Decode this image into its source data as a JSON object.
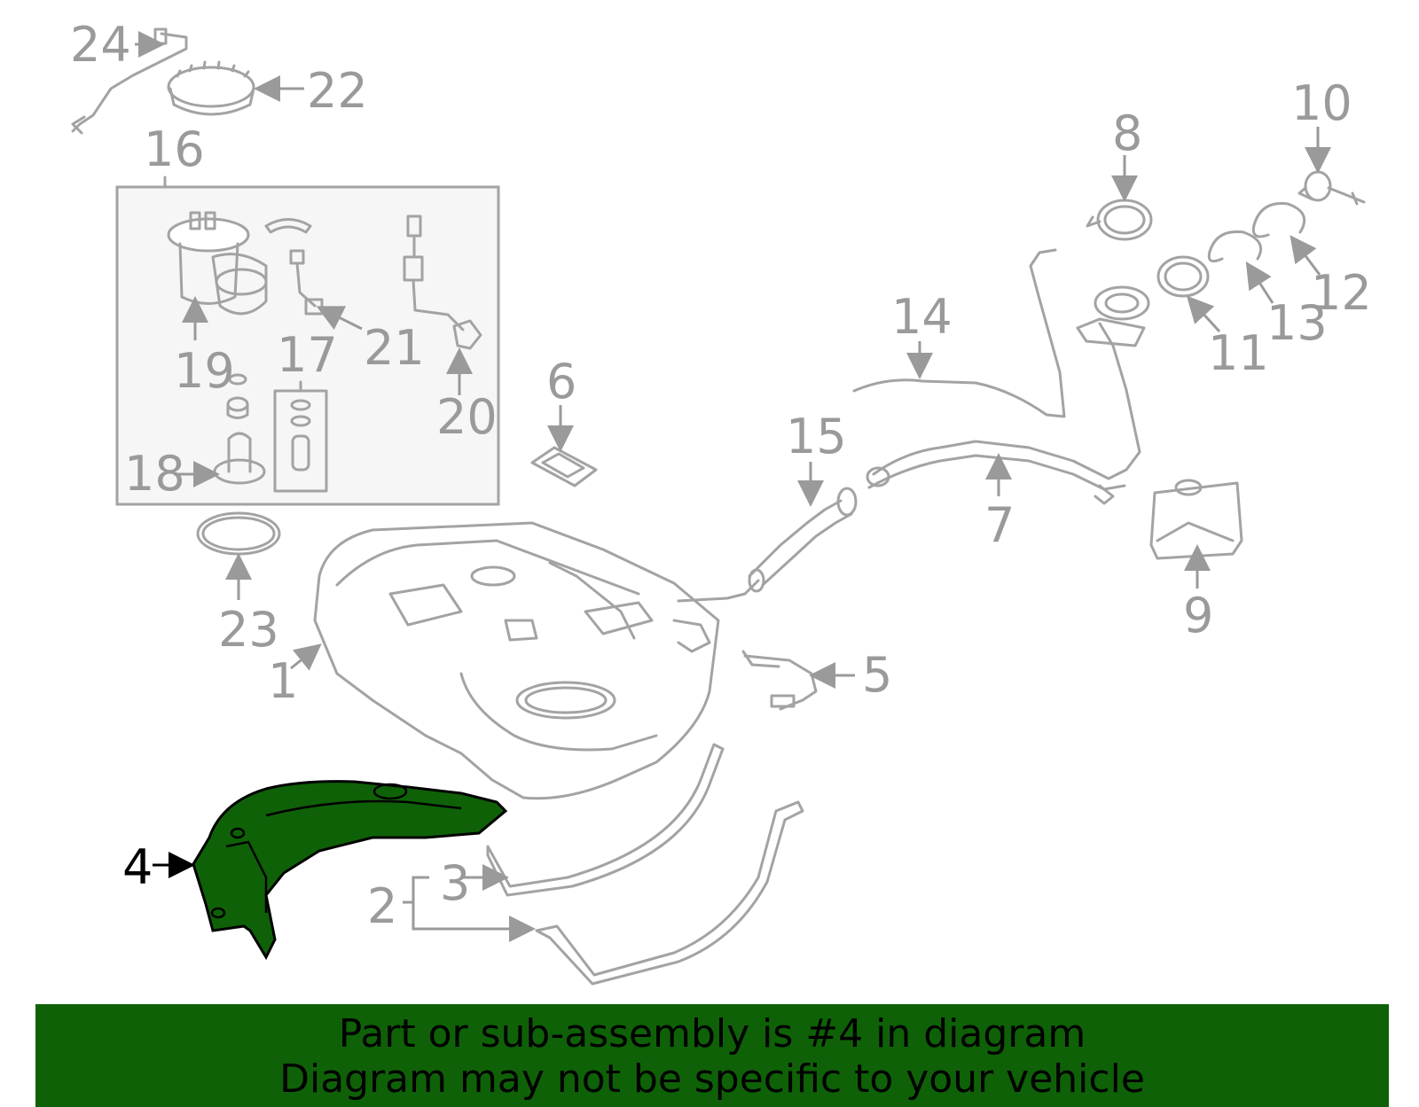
{
  "callouts": {
    "c1": "1",
    "c2": "2",
    "c3": "3",
    "c4": "4",
    "c5": "5",
    "c6": "6",
    "c7": "7",
    "c8": "8",
    "c9": "9",
    "c10": "10",
    "c11": "11",
    "c12": "12",
    "c13": "13",
    "c14": "14",
    "c15": "15",
    "c16": "16",
    "c17": "17",
    "c18": "18",
    "c19": "19",
    "c20": "20",
    "c21": "21",
    "c22": "22",
    "c23": "23",
    "c24": "24"
  },
  "highlighted_part": "4",
  "colors": {
    "highlight_fill": "#0f6107",
    "line_gray": "#a3a3a3",
    "banner_bg": "#0f6107"
  },
  "banner": {
    "line1": "Part or sub-assembly is #4 in diagram",
    "line2": "Diagram may not be specific to your vehicle"
  }
}
